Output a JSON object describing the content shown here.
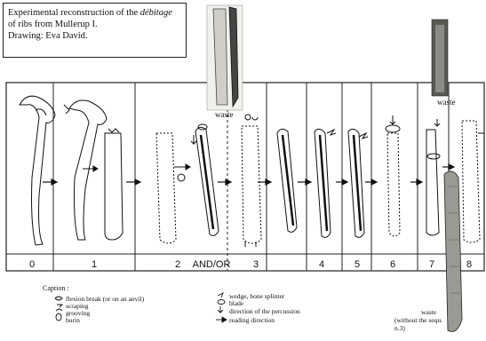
{
  "header": {
    "line1_prefix": "Experimental reconstruction of the ",
    "line1_italic": "débitage",
    "line2": "of ribs from Mullerup I.",
    "line3": "Drawing: Eva David."
  },
  "labels": {
    "waste_top_center": "waste",
    "waste_top_right": "waste",
    "waste_bottom": "waste",
    "waste_bottom_sub1": "(without the sequ.",
    "waste_bottom_sub2": "n.3)"
  },
  "stages": [
    "0",
    "1",
    "2",
    "AND/OR",
    "3",
    "4",
    "5",
    "6",
    "7",
    "8"
  ],
  "caption": {
    "title": "Caption :",
    "left": [
      "flexion break (or on an anvil)",
      "scraping",
      "grooving",
      "burin"
    ],
    "right": [
      "wedge, bone splinter",
      "blade",
      "direction of the percussion",
      "reading direction"
    ]
  }
}
